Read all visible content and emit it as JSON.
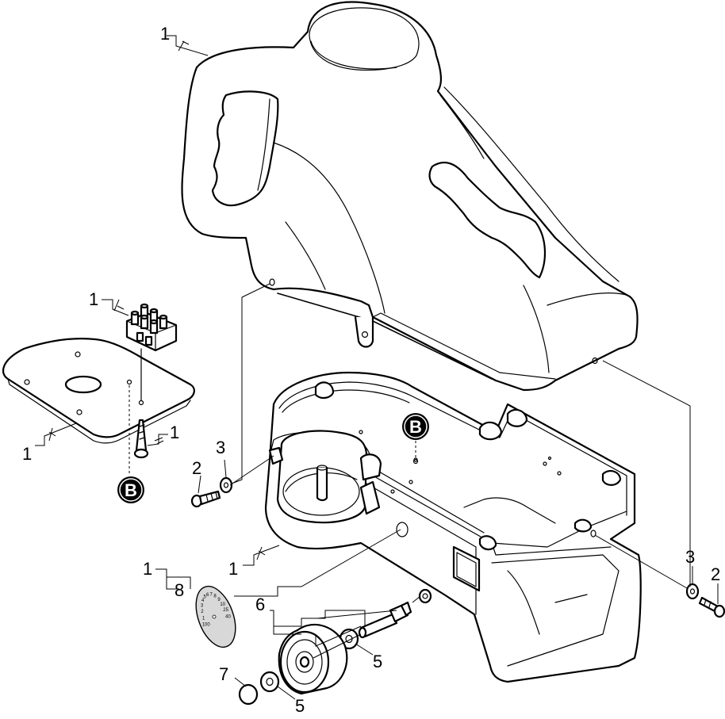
{
  "callouts": {
    "handle_cover": "1",
    "terminal_block": "1",
    "base_plate": "1",
    "plate_screw": "1",
    "housing": "1",
    "dial_group": "1",
    "screw_left": "2",
    "washer_left": "3",
    "washer_right": "3",
    "screw_right": "2",
    "wheel_axle_group": "6",
    "washer_mid": "5",
    "washer_low": "5",
    "cap": "7",
    "dial": "8"
  },
  "badges": {
    "housing_badge": "B",
    "plate_badge": "B"
  },
  "dial_scale": [
    "100",
    "1",
    "2",
    "3",
    "4",
    "5",
    "6",
    "7",
    "8",
    "9",
    "10",
    "25",
    "40"
  ]
}
